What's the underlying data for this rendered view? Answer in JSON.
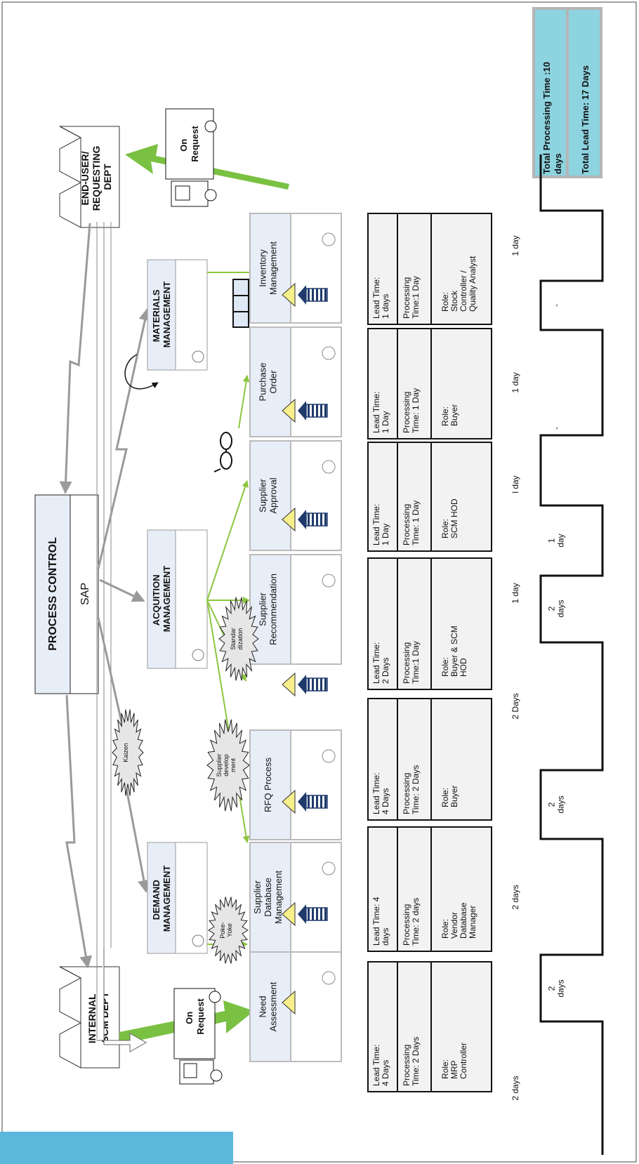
{
  "entities": {
    "end_user": [
      "END-USER/",
      "REQUESTING",
      "DEPT"
    ],
    "internal_scm": [
      "INTERNAL",
      "SCM DEPT"
    ]
  },
  "trucks": {
    "top_label": [
      "On",
      "Request"
    ],
    "bottom_label": [
      "On",
      "Request"
    ]
  },
  "process_control": {
    "title": "PROCESS CONTROL",
    "system": "SAP"
  },
  "management": {
    "materials": [
      "MATERIALS",
      "MANAGEMENT"
    ],
    "acquisition": [
      "ACQUITION",
      "MANAGEMENT"
    ],
    "demand": [
      "DEMAND",
      "MANAGEMENT"
    ]
  },
  "processes": [
    {
      "name": [
        "Need",
        "Assessment"
      ],
      "lead": [
        "Lead Time:",
        "4 Days"
      ],
      "proc": [
        "Processing",
        "Time: 2 Days"
      ],
      "role": [
        "Role:",
        "MRP",
        "Controller"
      ],
      "step_time": "2 days"
    },
    {
      "name": [
        "Supplier",
        "Database",
        "Management"
      ],
      "lead": [
        "Lead Time: 4",
        "days"
      ],
      "proc": [
        "Processing",
        "Time: 2 days"
      ],
      "role": [
        "Role:",
        "Vendor",
        "Database",
        "Manager"
      ],
      "step_time": "2 days"
    },
    {
      "name": [
        "RFQ Process"
      ],
      "lead": [
        "Lead Time:",
        "4 Days"
      ],
      "proc": [
        "Processing",
        "Time: 2 Days"
      ],
      "role": [
        "Role:",
        "Buyer"
      ],
      "step_time": "2 Days"
    },
    {
      "name": [
        "Supplier",
        "Recommendation"
      ],
      "lead": [
        "Lead Time:",
        "2 Days"
      ],
      "proc": [
        "Processing",
        "Time:1 Day"
      ],
      "role": [
        "Role:",
        "Buyer & SCM",
        "HOD"
      ],
      "step_time": "1 day"
    },
    {
      "name": [
        "Supplier",
        "Approval"
      ],
      "lead": [
        "Lead Time:",
        "1 Day"
      ],
      "proc": [
        "Processing",
        "Time: 1 Day"
      ],
      "role": [
        "Role:",
        "SCM HOD"
      ],
      "step_time": "l day"
    },
    {
      "name": [
        "Purchase",
        "Order"
      ],
      "lead": [
        "Lead Time:",
        "1 Day"
      ],
      "proc": [
        "Processing",
        "Time: 1 Day"
      ],
      "role": [
        "Role:",
        "Buyer"
      ],
      "step_time": "1 day"
    },
    {
      "name": [
        "Inventory",
        "Management"
      ],
      "lead": [
        "Lead Time:",
        "1 days"
      ],
      "proc": [
        "Processing",
        "Time:1 Day"
      ],
      "role": [
        "Role:",
        "Stock",
        "Controller /",
        "Quality Analyst"
      ],
      "step_time": "1 day"
    }
  ],
  "wait_times": [
    [
      "2",
      "days"
    ],
    [
      "2",
      "days"
    ],
    [
      "2",
      "days"
    ],
    [
      "1",
      "day"
    ],
    [
      "-"
    ],
    [
      "-"
    ]
  ],
  "kaizen_bursts": [
    {
      "name": "kaizen",
      "lines": [
        "Kaizen"
      ]
    },
    {
      "name": "poke-yoke",
      "lines": [
        "Poke-",
        "Yoke"
      ]
    },
    {
      "name": "supplier-development",
      "lines": [
        "Supplier",
        "develop",
        "ment"
      ]
    },
    {
      "name": "standardization",
      "lines": [
        "Standar",
        "dization"
      ]
    }
  ],
  "totals": {
    "processing": [
      "Total Processing Time :10",
      "days"
    ],
    "lead": "Total Lead Time: 17 Days"
  },
  "colors": {
    "box_fill": "#e8eef8",
    "green_arrow": "#7ac143",
    "green_line": "#8cc63f",
    "gray_arrow": "#9a9a9a",
    "triangle": "#f7ef8a",
    "totals_fill": "#8dd3e0",
    "totals_border": "#b5b5b5",
    "bottom_bar": "#5bb8dc",
    "data_box_fill": "#f2f2f2"
  }
}
